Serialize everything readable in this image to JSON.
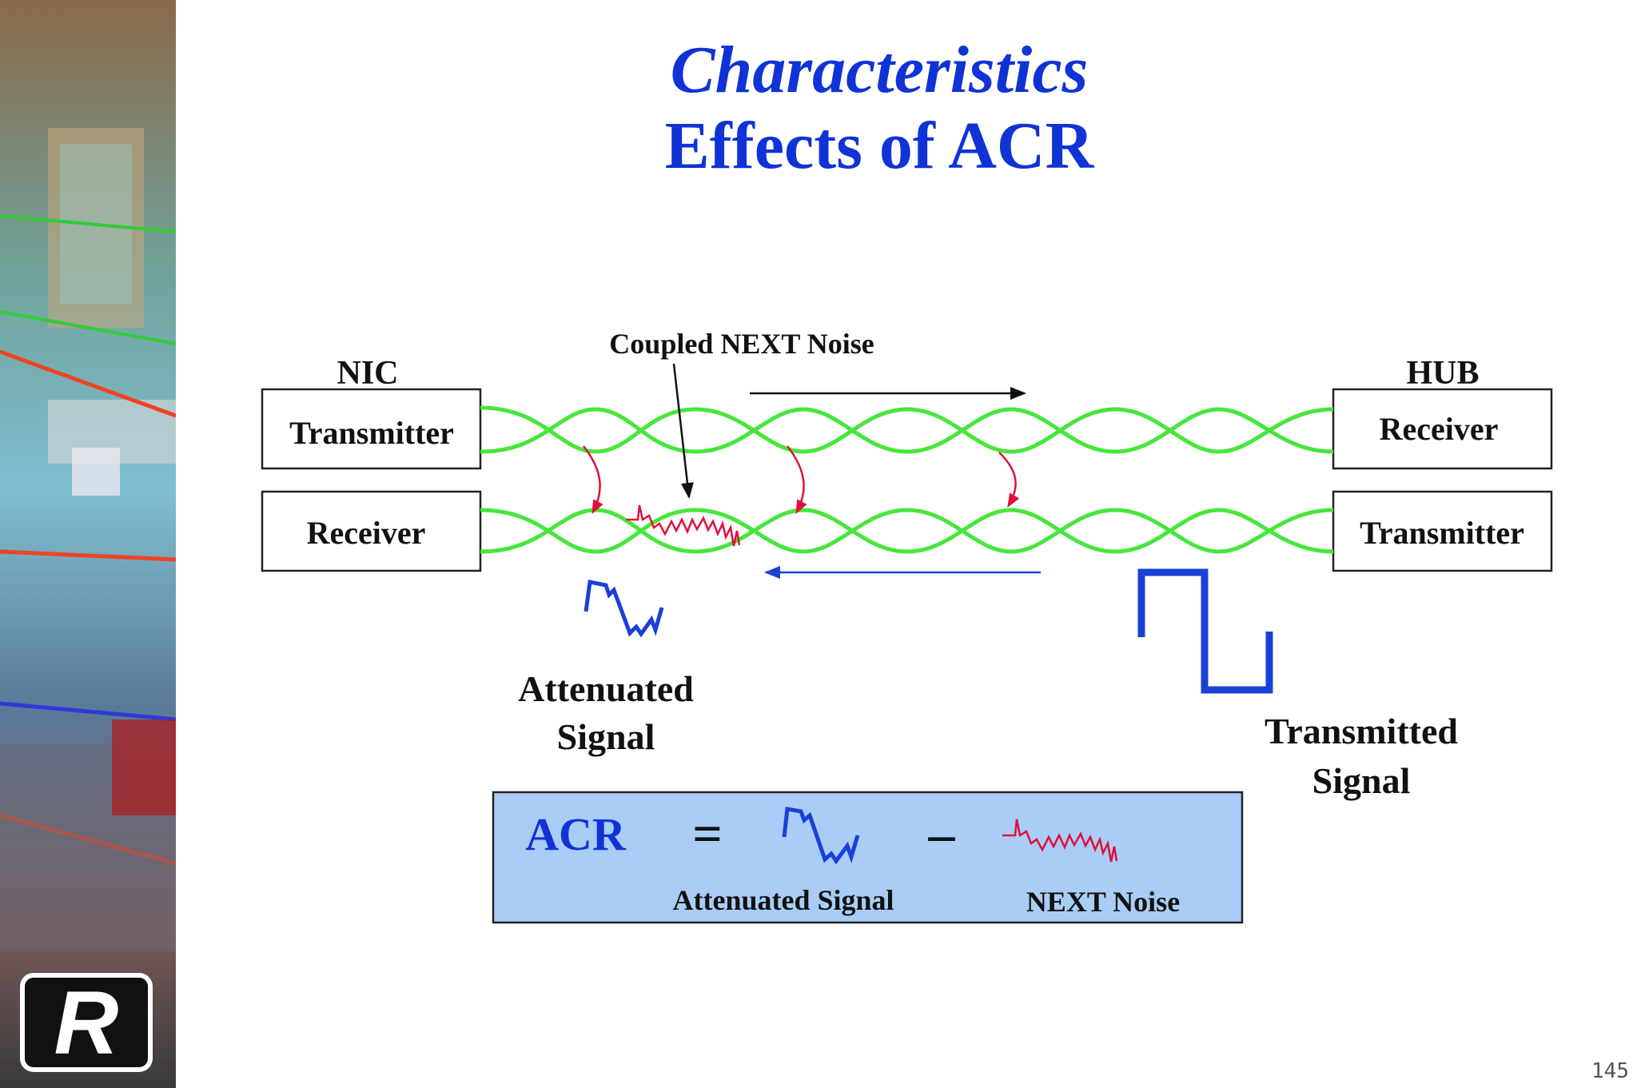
{
  "title": {
    "line1": "Characteristics",
    "line2": "Effects of ACR"
  },
  "labels": {
    "nic": "NIC",
    "hub": "HUB",
    "nic_transmitter": "Transmitter",
    "nic_receiver": "Receiver",
    "hub_receiver": "Receiver",
    "hub_transmitter": "Transmitter",
    "coupled_next_noise": "Coupled NEXT Noise",
    "attenuated_line1": "Attenuated",
    "attenuated_line2": "Signal",
    "transmitted_line1": "Transmitted",
    "transmitted_line2": "Signal"
  },
  "formula": {
    "acr": "ACR",
    "equals": "=",
    "minus": "–",
    "attenuated_signal": "Attenuated Signal",
    "next_noise": "NEXT Noise"
  },
  "logo": {
    "letter": "R"
  },
  "page_number": "145",
  "colors": {
    "title_blue": "#1033d6",
    "wire_green": "#47e63c",
    "noise_red": "#e0103a",
    "signal_blue": "#1a40d8",
    "formula_bg": "#a9cdf7"
  }
}
